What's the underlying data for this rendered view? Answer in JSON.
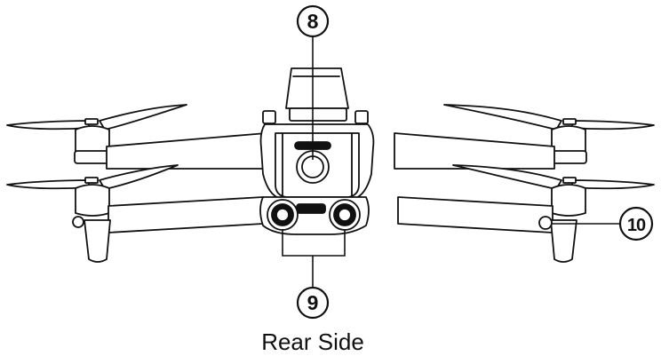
{
  "diagram": {
    "callouts": {
      "eight": "8",
      "nine": "9",
      "ten": "10"
    },
    "caption": "Rear Side"
  },
  "colors": {
    "stroke": "#111111",
    "fill": "#ffffff",
    "dark": "#111111"
  }
}
